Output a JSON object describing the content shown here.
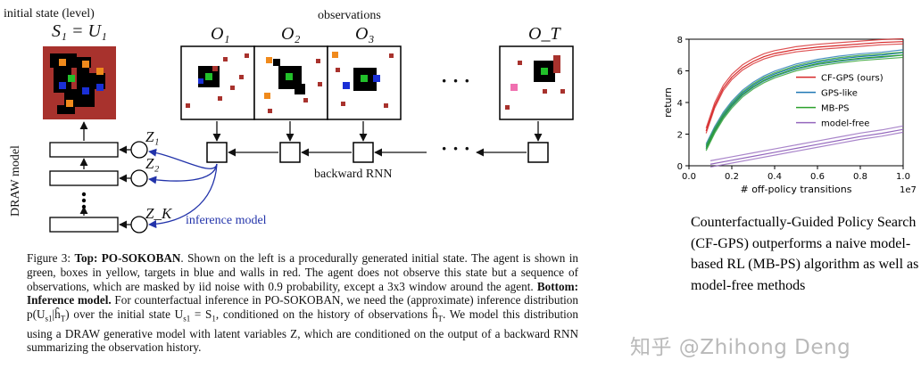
{
  "figure": {
    "initial_state_label": "initial state (level)",
    "initial_state_math": "S₁ = U₁",
    "observations_label": "observations",
    "obs_labels": [
      "O₁",
      "O₂",
      "O₃",
      "O_T"
    ],
    "ellipsis": "· · ·",
    "draw_model_label": "DRAW model",
    "latent_labels": [
      "Z₁",
      "Z₂",
      "Z_K"
    ],
    "backward_rnn_label": "backward RNN",
    "inference_model_label": "inference model"
  },
  "caption": {
    "figure_number": "Figure 3:",
    "top_heading": "Top: PO-SOKOBAN",
    "text_1": ". Shown on the left is a procedurally generated initial state.  The agent is shown in green, boxes in yellow, targets in blue and walls in red.  The agent does not observe this state but a sequence of observations, which are masked by iid noise with 0.9 probability, except a 3x3 window around the agent.  ",
    "bottom_heading": "Bottom: Inference model.",
    "text_2": " For counterfactual inference in PO-SOKOBAN, we need the (approximate) inference distribution p(U",
    "text_2b": "s1",
    "text_2c": "|ĥ",
    "text_2d": "T",
    "text_2e": ") over the initial state U",
    "text_2f": "s1",
    "text_2g": " = S",
    "text_2h": "1",
    "text_2i": ", conditioned on the history of observations ĥ",
    "text_2j": "T",
    "text_2k": ". We model this distribution using a DRAW generative model with latent variables Z, which are conditioned on the output of a backward RNN summarizing the observation history."
  },
  "side_text": "Counterfactually-Guided Policy Search (CF-GPS) outperforms a naive model-based RL (MB-PS) algorithm as well as model-free methods",
  "watermark": "知乎 @Zhihong Deng",
  "colors": {
    "wall": "#a8322d",
    "agent": "#22c02a",
    "box": "#f08a1c",
    "target": "#1a2fd6",
    "pink": "#f070b0",
    "inference_arrow": "#2233aa",
    "cf_gps": "#d62728",
    "gps_like": "#1f77b4",
    "mb_ps": "#2ca02c",
    "model_free": "#9467bd"
  },
  "chart_data": {
    "type": "line",
    "xlabel": "# off-policy transitions",
    "x_multiplier": "1e7",
    "ylabel": "return",
    "xlim": [
      0.0,
      1.0
    ],
    "ylim": [
      0,
      8
    ],
    "xticks": [
      "0.0",
      "0.2",
      "0.4",
      "0.6",
      "0.8",
      "1.0"
    ],
    "yticks": [
      "0",
      "2",
      "4",
      "6",
      "8"
    ],
    "legend_position": "right",
    "series": [
      {
        "name": "CF-GPS (ours)",
        "color": "#d62728",
        "x": [
          0.08,
          0.12,
          0.16,
          0.2,
          0.25,
          0.3,
          0.35,
          0.4,
          0.5,
          0.6,
          0.7,
          0.8,
          0.9,
          1.0
        ],
        "y": [
          2.2,
          3.8,
          4.9,
          5.6,
          6.2,
          6.6,
          6.9,
          7.1,
          7.35,
          7.5,
          7.6,
          7.7,
          7.8,
          7.85
        ]
      },
      {
        "name": "GPS-like",
        "color": "#1f77b4",
        "x": [
          0.08,
          0.12,
          0.16,
          0.2,
          0.25,
          0.3,
          0.35,
          0.4,
          0.5,
          0.6,
          0.7,
          0.8,
          0.9,
          1.0
        ],
        "y": [
          1.2,
          2.3,
          3.2,
          3.9,
          4.6,
          5.1,
          5.5,
          5.8,
          6.25,
          6.55,
          6.75,
          6.9,
          7.0,
          7.15
        ]
      },
      {
        "name": "MB-PS",
        "color": "#2ca02c",
        "x": [
          0.08,
          0.12,
          0.16,
          0.2,
          0.25,
          0.3,
          0.35,
          0.4,
          0.5,
          0.6,
          0.7,
          0.8,
          0.9,
          1.0
        ],
        "y": [
          1.1,
          2.2,
          3.1,
          3.8,
          4.5,
          5.0,
          5.4,
          5.7,
          6.15,
          6.45,
          6.65,
          6.8,
          6.9,
          7.0
        ]
      },
      {
        "name": "model-free",
        "color": "#9467bd",
        "x": [
          0.1,
          0.2,
          0.3,
          0.4,
          0.5,
          0.6,
          0.7,
          0.8,
          0.9,
          1.0
        ],
        "y": [
          0.1,
          0.35,
          0.6,
          0.85,
          1.1,
          1.35,
          1.6,
          1.85,
          2.05,
          2.3
        ]
      }
    ]
  }
}
